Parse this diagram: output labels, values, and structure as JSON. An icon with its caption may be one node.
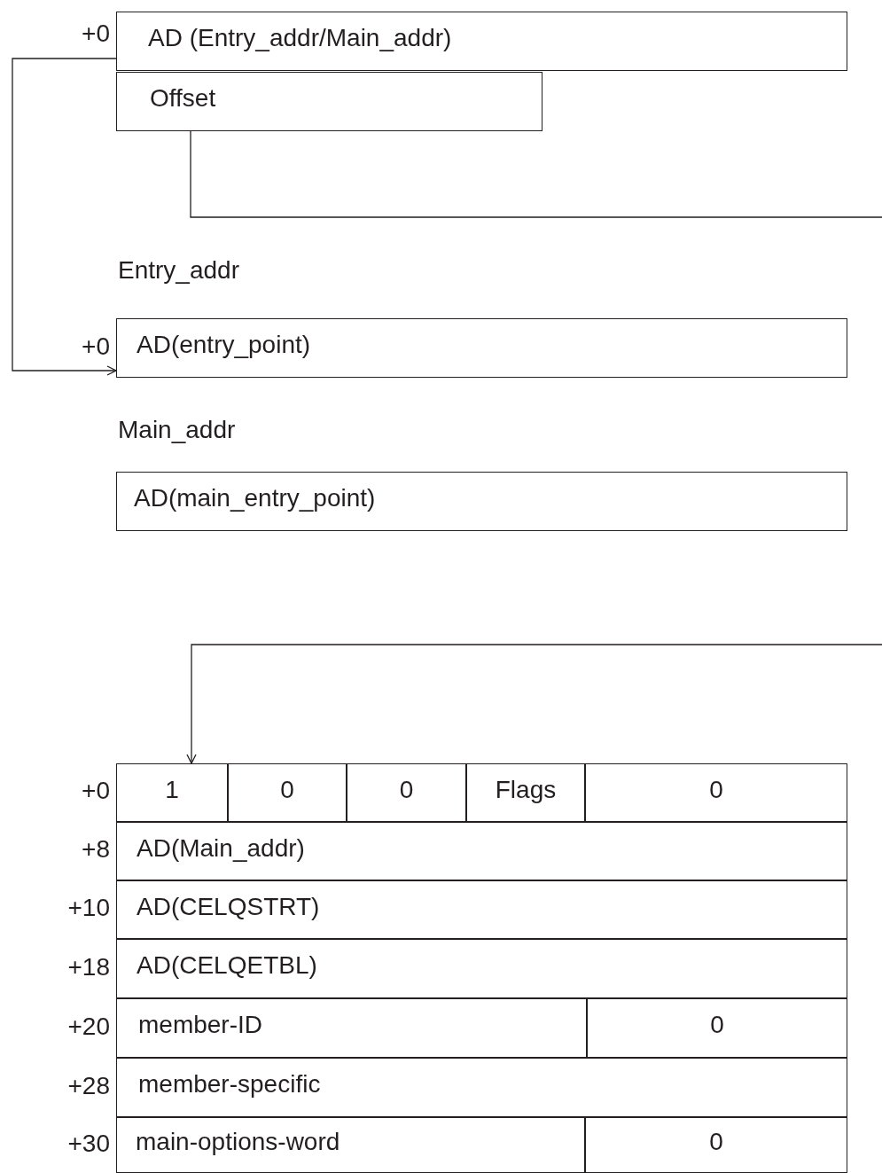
{
  "diagram": {
    "nodes": [
      {
        "text": [
          "AD (Entry_addr/Main_addr)"
        ],
        "beside": [
          "+0"
        ]
      },
      {
        "text": [
          "Offset"
        ]
      },
      {
        "text": [
          "Entry_addr",
          "AD(entry_point)"
        ],
        "beside": [
          "+0"
        ]
      },
      {
        "text": [
          "Main_addr",
          "AD(main_entry_point)"
        ]
      },
      {
        "text": [
          "1"
        ],
        "beside": [
          "+0"
        ]
      },
      {
        "text": [
          "0"
        ]
      },
      {
        "text": [
          "0"
        ]
      },
      {
        "text": [
          "Flags"
        ]
      },
      {
        "text": [
          "0"
        ]
      },
      {
        "text": [
          "AD(Main_addr)"
        ],
        "beside": [
          "+8"
        ]
      },
      {
        "text": [
          "AD(CELQSTRT)"
        ],
        "beside": [
          "+10"
        ]
      },
      {
        "text": [
          "AD(CELQETBL)"
        ],
        "beside": [
          "+18"
        ]
      },
      {
        "text": [
          "member-ID"
        ],
        "beside": [
          "+20"
        ]
      },
      {
        "text": [
          "0"
        ]
      },
      {
        "text": [
          "member-specific"
        ],
        "beside": [
          "+28"
        ]
      },
      {
        "text": [
          "main-options-word"
        ],
        "beside": [
          "+30"
        ]
      },
      {
        "text": [
          "0"
        ]
      }
    ],
    "edges": [
      {
        "from": 0,
        "to": 2,
        "arrow": "to"
      },
      {
        "from": 1,
        "to": null,
        "arrow": "none"
      },
      {
        "from": null,
        "to": 4,
        "arrow": "to"
      }
    ]
  }
}
